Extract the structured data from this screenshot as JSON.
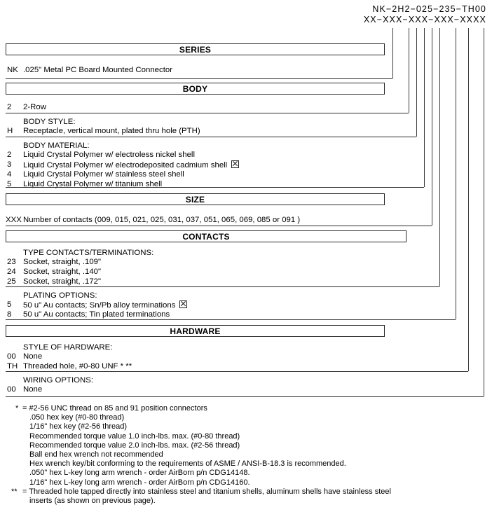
{
  "part_number": {
    "example": "NK−2H2−025−235−TH00",
    "mask": "XX−XXX−XXX−XXX−XXXX"
  },
  "sections": [
    {
      "id": "series",
      "title": "SERIES",
      "groups": [
        {
          "label": "",
          "options": [
            {
              "code": "NK",
              "desc": ".025\" Metal PC Board Mounted Connector",
              "selected": false
            }
          ]
        }
      ]
    },
    {
      "id": "body",
      "title": "BODY",
      "groups": [
        {
          "label": "",
          "options": [
            {
              "code": "2",
              "desc": "2-Row",
              "selected": false
            }
          ]
        },
        {
          "label": "BODY STYLE:",
          "options": [
            {
              "code": "H",
              "desc": "Receptacle, vertical mount, plated thru hole (PTH)",
              "selected": false
            }
          ]
        },
        {
          "label": "BODY MATERIAL:",
          "options": [
            {
              "code": "2",
              "desc": "Liquid Crystal Polymer w/ electroless nickel shell",
              "selected": false
            },
            {
              "code": "3",
              "desc": "Liquid Crystal Polymer w/ electrodeposited cadmium shell",
              "selected": true
            },
            {
              "code": "4",
              "desc": "Liquid Crystal Polymer w/ stainless steel shell",
              "selected": false
            },
            {
              "code": "5",
              "desc": "Liquid Crystal Polymer w/ titanium shell",
              "selected": false
            }
          ]
        }
      ]
    },
    {
      "id": "size",
      "title": "SIZE",
      "groups": [
        {
          "label": "",
          "options": [
            {
              "code": "XXX",
              "desc": "Number of contacts (009, 015, 021, 025, 031, 037, 051, 065, 069, 085 or 091 )",
              "selected": false
            }
          ]
        }
      ]
    },
    {
      "id": "contacts",
      "title": "CONTACTS",
      "groups": [
        {
          "label": "TYPE CONTACTS/TERMINATIONS:",
          "options": [
            {
              "code": "23",
              "desc": "Socket, straight, .109\"",
              "selected": false
            },
            {
              "code": "24",
              "desc": "Socket, straight, .140\"",
              "selected": false
            },
            {
              "code": "25",
              "desc": "Socket, straight, .172\"",
              "selected": false
            }
          ]
        },
        {
          "label": "PLATING OPTIONS:",
          "options": [
            {
              "code": "5",
              "desc": "50 u\" Au contacts; Sn/Pb alloy terminations",
              "selected": true
            },
            {
              "code": "8",
              "desc": "50 u\" Au contacts; Tin plated terminations",
              "selected": false
            }
          ]
        }
      ]
    },
    {
      "id": "hardware",
      "title": "HARDWARE",
      "groups": [
        {
          "label": "STYLE OF HARDWARE:",
          "options": [
            {
              "code": "00",
              "desc": "None",
              "selected": false
            },
            {
              "code": "TH",
              "desc": "Threaded hole, #0-80 UNF * **",
              "selected": false
            }
          ]
        },
        {
          "label": "WIRING OPTIONS:",
          "options": [
            {
              "code": "00",
              "desc": "None",
              "selected": false
            }
          ]
        }
      ]
    }
  ],
  "footnotes": [
    {
      "marker": "*",
      "lines": [
        "= #2-56 UNC thread on 85 and 91 position connectors",
        ".050 hex key (#0-80 thread)",
        "1/16\" hex key (#2-56 thread)",
        "Recommended torque value 1.0 inch-lbs. max. (#0-80 thread)",
        "Recommended torque value 2.0 inch-lbs. max. (#2-56 thread)",
        "Ball end hex wrench not recommended",
        "Hex wrench key/bit conforming to the requirements of ASME / ANSI-B-18.3 is recommended.",
        ".050\" hex L-key long arm wrench - order AirBorn p/n CDG14148.",
        "1/16\" hex L-key long arm wrench - order AirBorn p/n CDG14160."
      ]
    },
    {
      "marker": "**",
      "lines": [
        "= Threaded hole tapped directly into stainless steel and titanium shells, aluminum shells have stainless steel",
        "inserts (as shown on previous page)."
      ]
    }
  ]
}
